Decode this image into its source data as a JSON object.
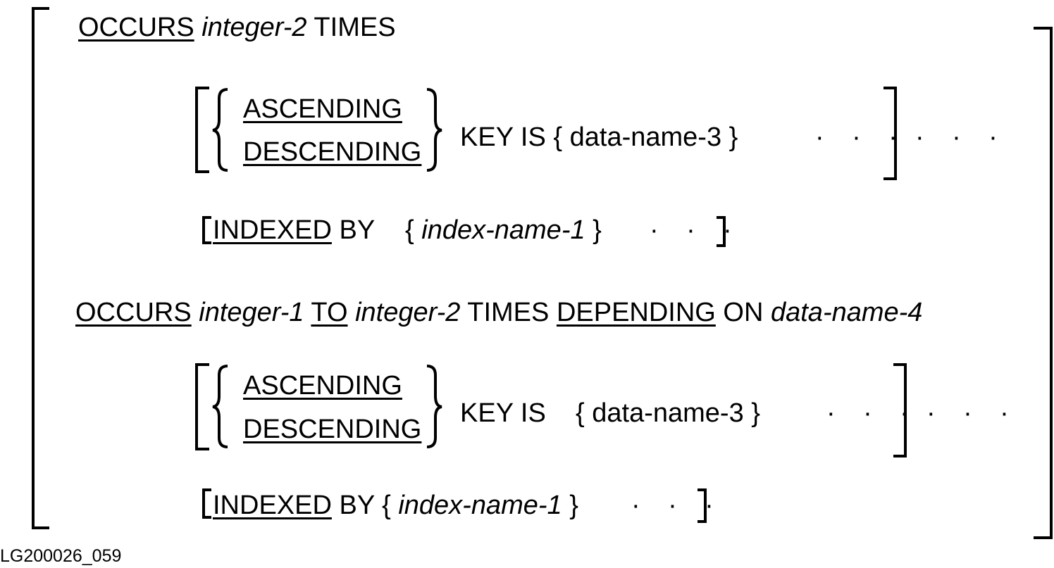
{
  "syntax": {
    "fixed": {
      "occurs_kw": "OCCURS",
      "count": "integer-2",
      "times_kw": "TIMES",
      "key": {
        "ascending_kw": "ASCENDING",
        "descending_kw": "DESCENDING",
        "key_is_kw": "KEY IS",
        "data_name": "{ data-name-3 }",
        "inner_ellipsis": "· · ·",
        "outer_ellipsis": "· · ·"
      },
      "indexed": {
        "indexed_kw": "INDEXED",
        "by_kw": "BY",
        "open_brace": "{",
        "index_name": "index-name-1",
        "close_brace": "}",
        "ellipsis": "· · ·"
      }
    },
    "variable": {
      "occurs_kw": "OCCURS",
      "min": "integer-1",
      "to_kw": "TO",
      "max": "integer-2",
      "times_kw": "TIMES",
      "depending_kw": "DEPENDING",
      "on_kw": "ON",
      "data_name": "data-name-4",
      "key": {
        "ascending_kw": "ASCENDING",
        "descending_kw": "DESCENDING",
        "key_is_kw": "KEY IS",
        "data_name": "{ data-name-3 }",
        "inner_ellipsis": "· · ·",
        "outer_ellipsis": "· · ·"
      },
      "indexed": {
        "indexed_kw": "INDEXED",
        "by_kw": "BY",
        "open_brace": "{",
        "index_name": "index-name-1",
        "close_brace": "}",
        "ellipsis": "· · ·"
      }
    }
  },
  "figure_id": "LG200026_059"
}
